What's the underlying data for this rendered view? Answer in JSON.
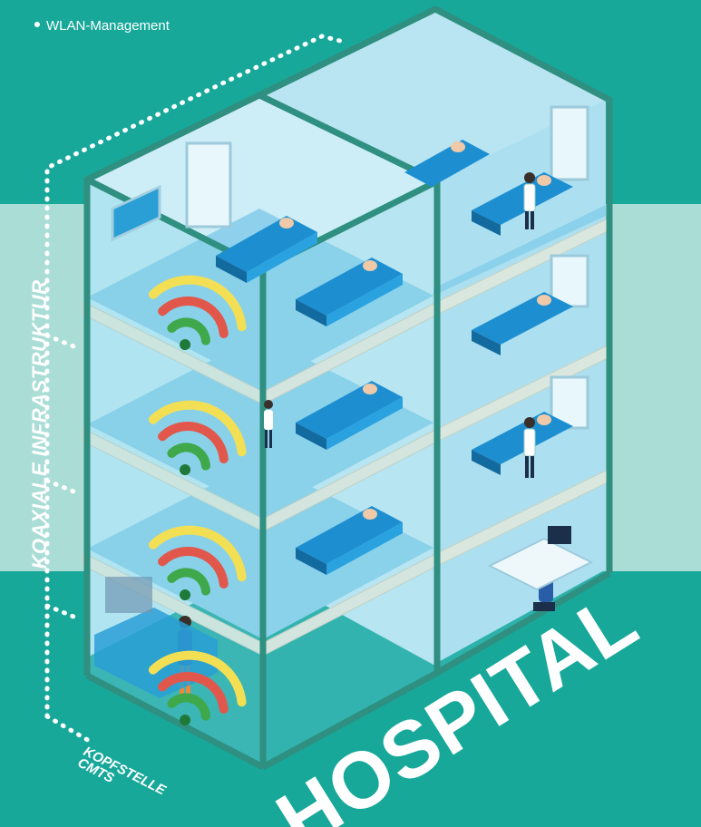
{
  "labels": {
    "wlan_bullet": "WLAN-Management",
    "infrastructure": "KOAXIALE INFRASTRUKTUR",
    "headend_line1": "KOPFSTELLE",
    "headend_line2": "CMTS",
    "building": "HOSPITAL"
  },
  "colors": {
    "background": "#17a89a",
    "band": "#a9ddd6",
    "wall": "#cdeef7",
    "floor": "#8fd1ec",
    "slab": "#f4eedb",
    "frame": "#2f8f80",
    "bed": "#1d8fd1",
    "wifi_outer": "#f3df53",
    "wifi_middle": "#e2574c",
    "wifi_inner": "#3ea84a"
  },
  "icons": [
    "wifi-icon",
    "bed-icon",
    "patient-icon",
    "staff-icon",
    "cable-dotted-line"
  ]
}
